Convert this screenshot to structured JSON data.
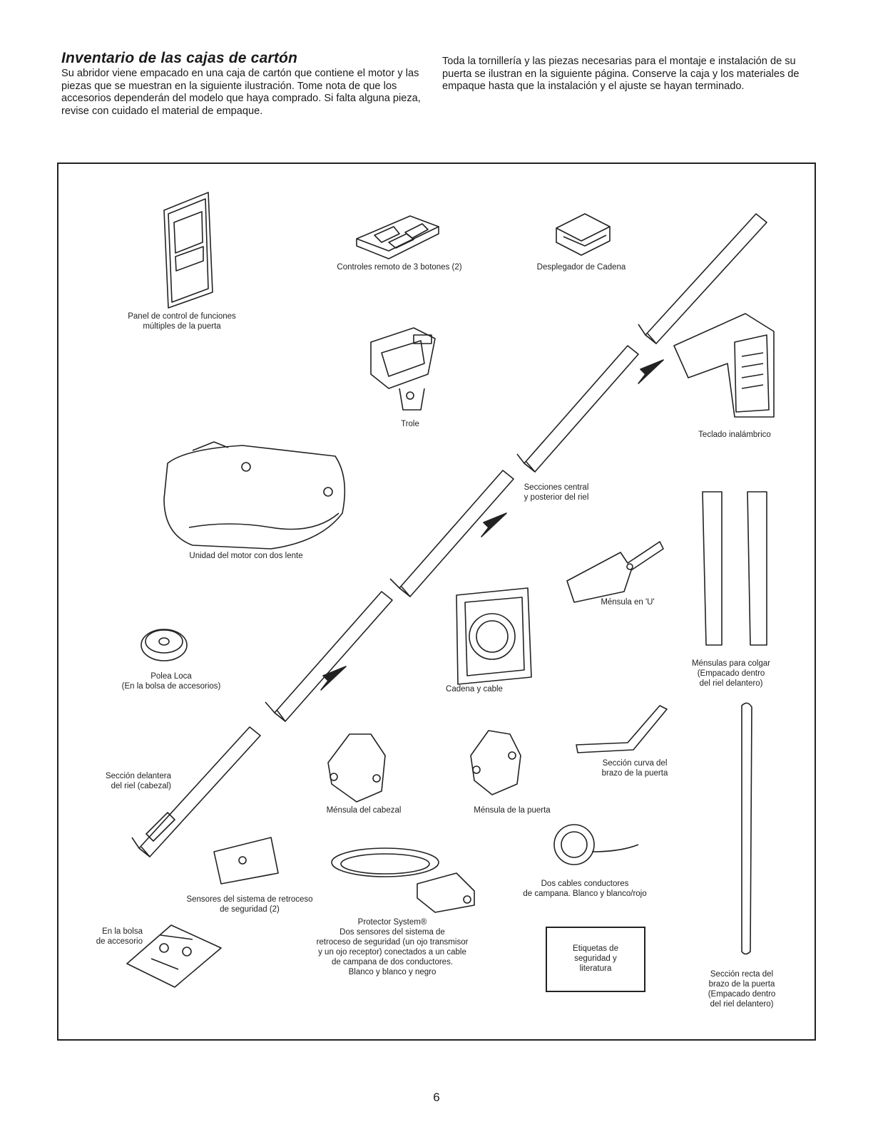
{
  "title": "Inventario de las cajas de cartón",
  "intro_left": "Su abridor viene empacado en una caja de cartón que contiene el motor y las piezas que se muestran en la siguiente ilustración. Tome nota de que los accesorios dependerán del modelo que haya comprado. Si falta alguna pieza, revise con cuidado el material de empaque.",
  "intro_right": "Toda la tornillería y las piezas necesarias para el montaje e instalación de su puerta se ilustran en la siguiente página. Conserve la caja y los materiales de empaque hasta que la instalación y el ajuste se hayan terminado.",
  "parts": {
    "control_panel": "Panel de control de funciones\nmúltiples de la puerta",
    "remote": "Controles remoto de 3 botones (2)",
    "chain_spreader": "Desplegador de Cadena",
    "trolley": "Trole",
    "keypad": "Teclado inalámbrico",
    "motor": "Unidad del motor con dos lente",
    "rail_sections": "Secciones central\ny posterior del riel",
    "u_bracket": "Ménsula en 'U'",
    "pulley": "Polea Loca\n(En la bolsa de accesorios)",
    "chain_cable": "Cadena y cable",
    "hanging_brackets": "Ménsulas para colgar\n(Empacado dentro\ndel riel delantero)",
    "front_rail": "Sección delantera\ndel riel (cabezal)",
    "header_bracket": "Ménsula del cabezal",
    "door_bracket": "Ménsula de la puerta",
    "curved_arm": "Sección curva del\nbrazo de la puerta",
    "bell_wire": "Dos cables conductores\nde campana. Blanco y blanco/rojo",
    "safety_sensors": "Sensores del sistema de retroceso\nde seguridad (2)",
    "protector": "Protector System®\nDos sensores del sistema de\nretroceso de seguridad (un ojo transmisor\ny un ojo receptor) conectados a un cable\nde campana de dos conductores.\nBlanco y blanco y negro",
    "labels_box": "Etiquetas de\nseguridad y\nliteratura",
    "accessory_bag": "En la bolsa\nde accesorio",
    "straight_arm": "Sección recta del\nbrazo de la puerta\n(Empacado dentro\ndel riel delantero)"
  },
  "page_number": "6"
}
